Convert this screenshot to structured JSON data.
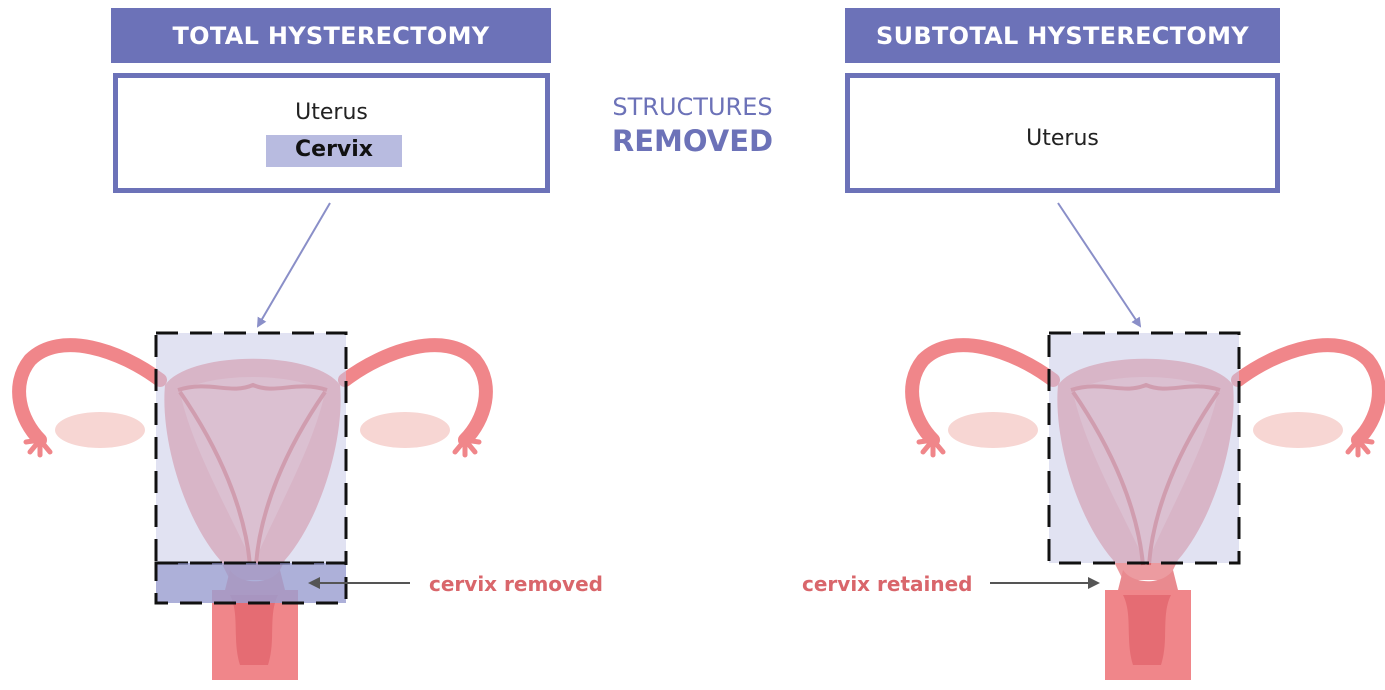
{
  "left_panel": {
    "title": "TOTAL HYSTERECTOMY",
    "structures": [
      "Uterus",
      "Cervix"
    ],
    "highlighted_structure": "Cervix",
    "callout": "cervix removed"
  },
  "right_panel": {
    "title": "SUBTOTAL HYSTERECTOMY",
    "structures": [
      "Uterus"
    ],
    "callout": "cervix retained"
  },
  "center_label": {
    "line1": "STRUCTURES",
    "line2": "REMOVED"
  },
  "colors": {
    "accent": "#6c72b8",
    "highlight": "#b8bbe0",
    "tissue": "#f0868a",
    "tissue_dark": "#d9666b",
    "callout_text": "#d9666b"
  }
}
